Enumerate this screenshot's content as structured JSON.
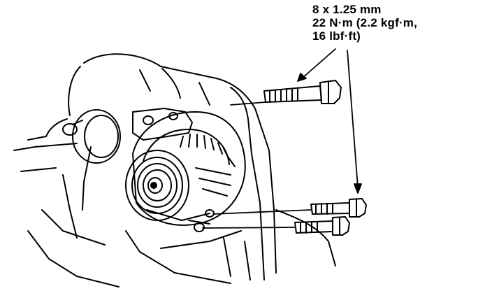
{
  "annotation": {
    "bolt_size": "8 x 1.25 mm",
    "torque_line_1": "22 N·m (2.2 kgf·m,",
    "torque_line_2": "16 lbf·ft)"
  },
  "colors": {
    "ink": "#000000",
    "paper": "#ffffff"
  }
}
